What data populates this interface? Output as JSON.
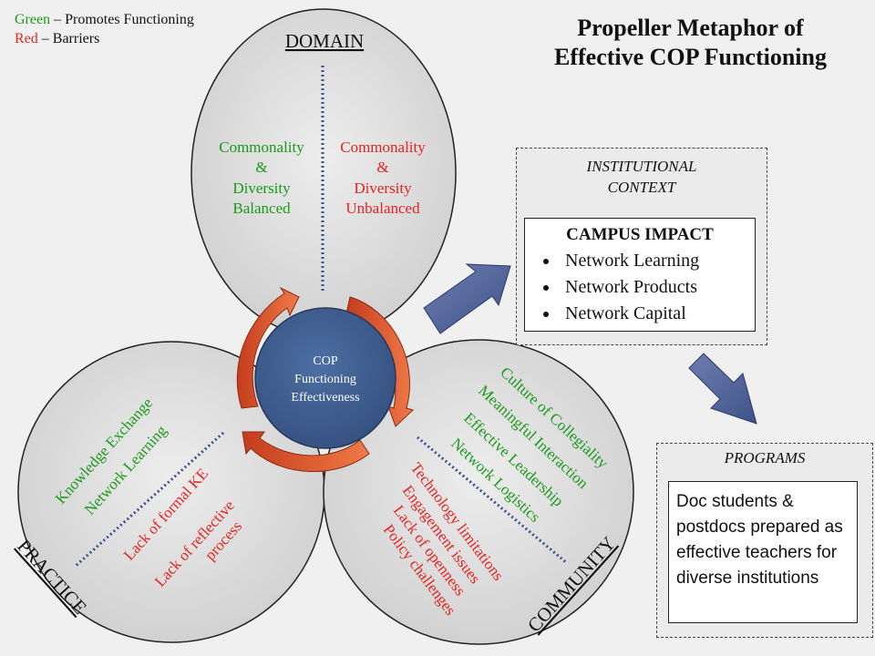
{
  "legend": {
    "green_word": "Green",
    "green_text": " – Promotes Functioning",
    "red_word": "Red",
    "red_text": " – Barriers"
  },
  "title": {
    "line1": "Propeller Metaphor of",
    "line2": "Effective COP Functioning"
  },
  "domain": {
    "label": "DOMAIN",
    "promotes": [
      "Commonality",
      "&",
      "Diversity",
      "Balanced"
    ],
    "barriers": [
      "Commonality",
      "&",
      "Diversity",
      "Unbalanced"
    ]
  },
  "center": {
    "lines": [
      "COP",
      "Functioning",
      "Effectiveness"
    ]
  },
  "practice": {
    "label": "PRACTICE",
    "promotes": [
      "Knowledge Exchange",
      "Network Learning"
    ],
    "barriers": [
      "Lack of formal KE",
      "Lack of reflective",
      "process"
    ]
  },
  "community": {
    "label": "COMMUNITY",
    "promotes": [
      "Culture of Collegiality",
      "Meaningful Interaction",
      "Effective Leadership",
      "Network Logistics"
    ],
    "barriers": [
      "Technology limitations",
      "Engagement issues",
      "Lack of openness",
      "Policy challenges"
    ]
  },
  "institutional": {
    "label_line1": "INSTITUTIONAL",
    "label_line2": "CONTEXT",
    "impact_title": "CAMPUS IMPACT",
    "impact_items": [
      "Network Learning",
      "Network Products",
      "Network Capital"
    ]
  },
  "programs": {
    "label": "PROGRAMS",
    "text": "Doc students & postdocs prepared as effective teachers for diverse institutions"
  },
  "colors": {
    "promotes": "#1a9a1a",
    "barriers": "#e8231f",
    "center_fill": "#3e5f91",
    "arrow_fill": "#5a6f9e",
    "curved_arrow": "#e05a30",
    "petal_fill": "#d9d9d9",
    "dotted_line": "#3a4f8a"
  }
}
